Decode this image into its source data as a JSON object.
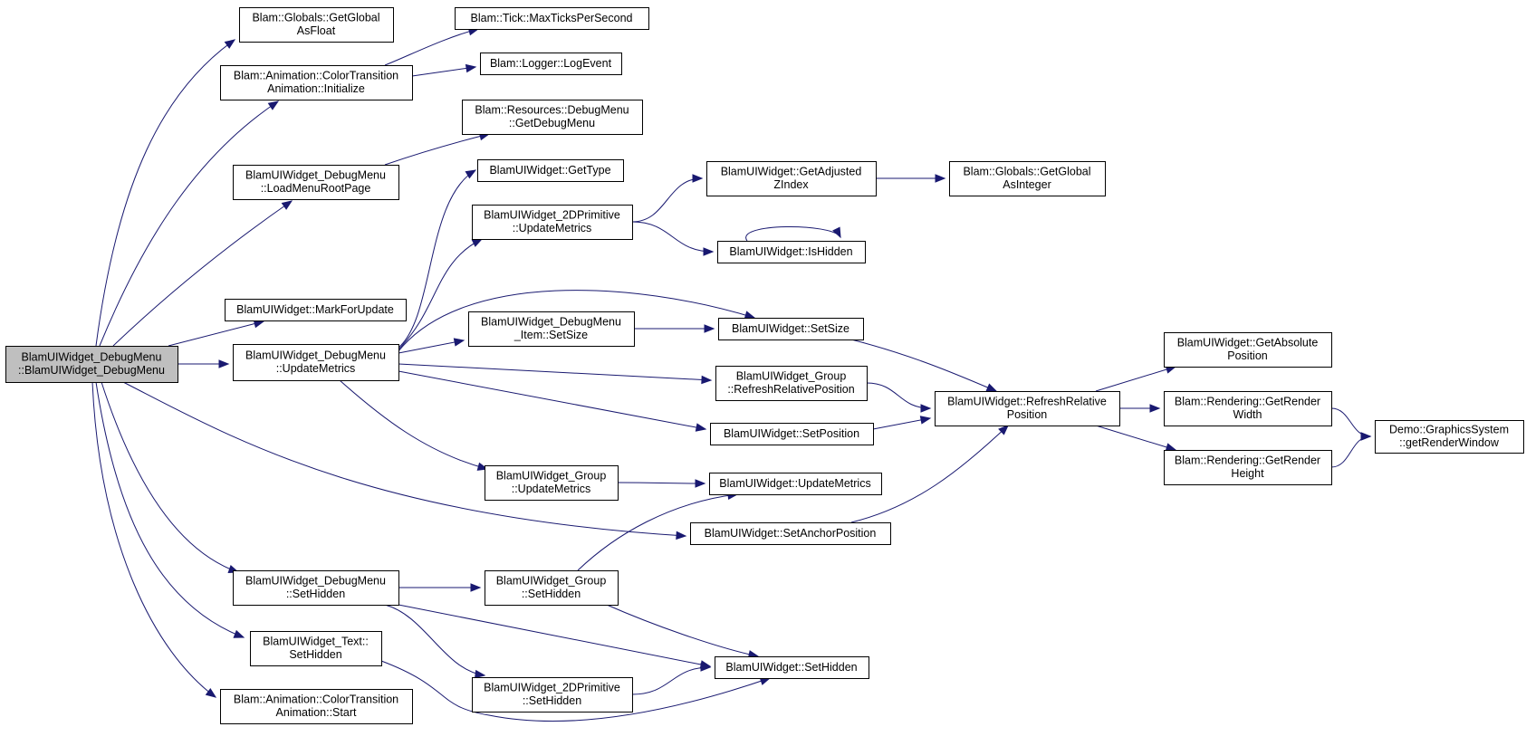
{
  "diagram": {
    "type": "call-graph",
    "colors": {
      "edge": "#191970",
      "root_fill": "#bfbfbf",
      "node_fill": "#ffffff",
      "node_border": "#000000"
    },
    "nodes": [
      {
        "id": "root",
        "lines": [
          "BlamUIWidget_DebugMenu",
          "::BlamUIWidget_DebugMenu"
        ]
      },
      {
        "id": "globals_float",
        "lines": [
          "Blam::Globals::GetGlobal",
          "AsFloat"
        ]
      },
      {
        "id": "color_init",
        "lines": [
          "Blam::Animation::ColorTransition",
          "Animation::Initialize"
        ]
      },
      {
        "id": "max_ticks",
        "lines": [
          "Blam::Tick::MaxTicksPerSecond"
        ]
      },
      {
        "id": "log_event",
        "lines": [
          "Blam::Logger::LogEvent"
        ]
      },
      {
        "id": "load_root",
        "lines": [
          "BlamUIWidget_DebugMenu",
          "::LoadMenuRootPage"
        ]
      },
      {
        "id": "get_debug_menu",
        "lines": [
          "Blam::Resources::DebugMenu",
          "::GetDebugMenu"
        ]
      },
      {
        "id": "mark_update",
        "lines": [
          "BlamUIWidget::MarkForUpdate"
        ]
      },
      {
        "id": "dm_update",
        "lines": [
          "BlamUIWidget_DebugMenu",
          "::UpdateMetrics"
        ]
      },
      {
        "id": "get_type",
        "lines": [
          "BlamUIWidget::GetType"
        ]
      },
      {
        "id": "prim_update",
        "lines": [
          "BlamUIWidget_2DPrimitive",
          "::UpdateMetrics"
        ]
      },
      {
        "id": "adj_z",
        "lines": [
          "BlamUIWidget::GetAdjusted",
          "ZIndex"
        ]
      },
      {
        "id": "globals_int",
        "lines": [
          "Blam::Globals::GetGlobal",
          "AsInteger"
        ]
      },
      {
        "id": "is_hidden",
        "lines": [
          "BlamUIWidget::IsHidden"
        ]
      },
      {
        "id": "item_setsize",
        "lines": [
          "BlamUIWidget_DebugMenu",
          "_Item::SetSize"
        ]
      },
      {
        "id": "setsize",
        "lines": [
          "BlamUIWidget::SetSize"
        ]
      },
      {
        "id": "group_refresh",
        "lines": [
          "BlamUIWidget_Group",
          "::RefreshRelativePosition"
        ]
      },
      {
        "id": "refresh_rel",
        "lines": [
          "BlamUIWidget::RefreshRelative",
          "Position"
        ]
      },
      {
        "id": "setposition",
        "lines": [
          "BlamUIWidget::SetPosition"
        ]
      },
      {
        "id": "get_abs",
        "lines": [
          "BlamUIWidget::GetAbsolute",
          "Position"
        ]
      },
      {
        "id": "render_width",
        "lines": [
          "Blam::Rendering::GetRender",
          "Width"
        ]
      },
      {
        "id": "render_height",
        "lines": [
          "Blam::Rendering::GetRender",
          "Height"
        ]
      },
      {
        "id": "render_window",
        "lines": [
          "Demo::GraphicsSystem",
          "::getRenderWindow"
        ]
      },
      {
        "id": "group_update",
        "lines": [
          "BlamUIWidget_Group",
          "::UpdateMetrics"
        ]
      },
      {
        "id": "widget_update",
        "lines": [
          "BlamUIWidget::UpdateMetrics"
        ]
      },
      {
        "id": "set_anchor",
        "lines": [
          "BlamUIWidget::SetAnchorPosition"
        ]
      },
      {
        "id": "dm_sethidden",
        "lines": [
          "BlamUIWidget_DebugMenu",
          "::SetHidden"
        ]
      },
      {
        "id": "group_sethidden",
        "lines": [
          "BlamUIWidget_Group",
          "::SetHidden"
        ]
      },
      {
        "id": "text_sethidden",
        "lines": [
          "BlamUIWidget_Text::",
          "SetHidden"
        ]
      },
      {
        "id": "widget_sethidden",
        "lines": [
          "BlamUIWidget::SetHidden"
        ]
      },
      {
        "id": "prim_sethidden",
        "lines": [
          "BlamUIWidget_2DPrimitive",
          "::SetHidden"
        ]
      },
      {
        "id": "color_start",
        "lines": [
          "Blam::Animation::ColorTransition",
          "Animation::Start"
        ]
      }
    ],
    "edges": [
      {
        "from": "root",
        "to": "globals_float"
      },
      {
        "from": "root",
        "to": "color_init"
      },
      {
        "from": "root",
        "to": "load_root"
      },
      {
        "from": "root",
        "to": "mark_update"
      },
      {
        "from": "root",
        "to": "dm_update"
      },
      {
        "from": "root",
        "to": "set_anchor"
      },
      {
        "from": "root",
        "to": "dm_sethidden"
      },
      {
        "from": "root",
        "to": "text_sethidden"
      },
      {
        "from": "root",
        "to": "color_start"
      },
      {
        "from": "color_init",
        "to": "max_ticks"
      },
      {
        "from": "color_init",
        "to": "log_event"
      },
      {
        "from": "load_root",
        "to": "get_debug_menu"
      },
      {
        "from": "dm_update",
        "to": "get_type"
      },
      {
        "from": "dm_update",
        "to": "prim_update"
      },
      {
        "from": "dm_update",
        "to": "setsize"
      },
      {
        "from": "dm_update",
        "to": "item_setsize"
      },
      {
        "from": "dm_update",
        "to": "group_refresh"
      },
      {
        "from": "dm_update",
        "to": "setposition"
      },
      {
        "from": "dm_update",
        "to": "group_update"
      },
      {
        "from": "prim_update",
        "to": "adj_z"
      },
      {
        "from": "prim_update",
        "to": "is_hidden"
      },
      {
        "from": "adj_z",
        "to": "globals_int"
      },
      {
        "from": "is_hidden",
        "to": "is_hidden"
      },
      {
        "from": "item_setsize",
        "to": "setsize"
      },
      {
        "from": "setsize",
        "to": "refresh_rel"
      },
      {
        "from": "group_refresh",
        "to": "refresh_rel"
      },
      {
        "from": "setposition",
        "to": "refresh_rel"
      },
      {
        "from": "set_anchor",
        "to": "refresh_rel"
      },
      {
        "from": "refresh_rel",
        "to": "get_abs"
      },
      {
        "from": "refresh_rel",
        "to": "render_width"
      },
      {
        "from": "refresh_rel",
        "to": "render_height"
      },
      {
        "from": "render_width",
        "to": "render_window"
      },
      {
        "from": "render_height",
        "to": "render_window"
      },
      {
        "from": "group_update",
        "to": "widget_update"
      },
      {
        "from": "group_sethidden",
        "to": "widget_update"
      },
      {
        "from": "dm_sethidden",
        "to": "group_sethidden"
      },
      {
        "from": "dm_sethidden",
        "to": "widget_sethidden"
      },
      {
        "from": "dm_sethidden",
        "to": "prim_sethidden"
      },
      {
        "from": "group_sethidden",
        "to": "widget_sethidden"
      },
      {
        "from": "prim_sethidden",
        "to": "widget_sethidden"
      },
      {
        "from": "text_sethidden",
        "to": "widget_sethidden"
      }
    ]
  }
}
